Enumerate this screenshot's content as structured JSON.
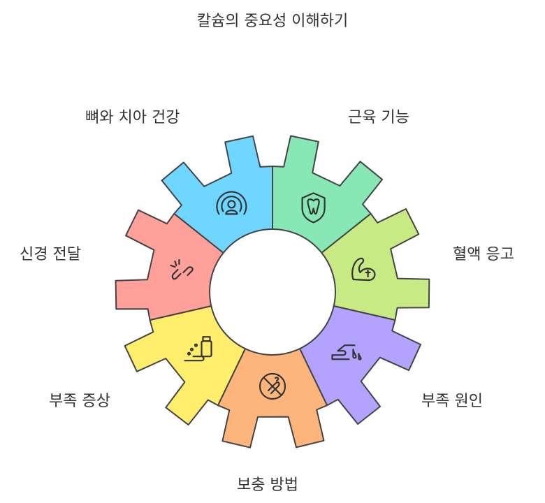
{
  "title": "칼슘의 중요성 이해하기",
  "segments": [
    {
      "label": "뼈와 치아 건강",
      "color": "#87E8B6",
      "icon": "tooth-shield-icon"
    },
    {
      "label": "근육 기능",
      "color": "#C8EA84",
      "icon": "flexed-arm-icon"
    },
    {
      "label": "혈액 응고",
      "color": "#B3A3FF",
      "icon": "hand-drop-icon"
    },
    {
      "label": "부족 원인",
      "color": "#FDB57B",
      "icon": "no-food-icon"
    },
    {
      "label": "보충 방법",
      "color": "#FFEE6C",
      "icon": "supplement-bottle-icon"
    },
    {
      "label": "부족 증상",
      "color": "#FFA09A",
      "icon": "broken-link-icon"
    },
    {
      "label": "신경 전달",
      "color": "#6FD6FF",
      "icon": "signal-person-icon"
    }
  ]
}
